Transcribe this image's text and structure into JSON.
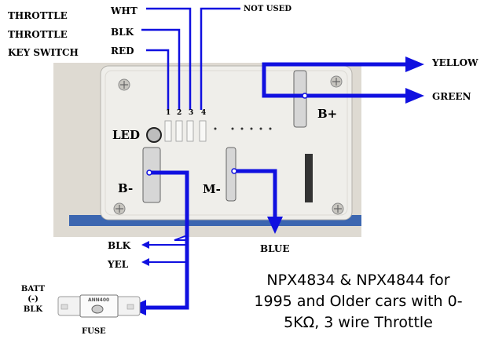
{
  "wires": {
    "throttle_1": "THROTTLE",
    "throttle_2": "THROTTLE",
    "key_switch": "KEY SWITCH",
    "wht": "WHT",
    "blk": "BLK",
    "red": "RED",
    "not_used": "NOT USED"
  },
  "pins": [
    "1",
    "2",
    "3",
    "4"
  ],
  "terminals": {
    "led": "LED",
    "b_plus": "B+",
    "b_minus": "B-",
    "m_minus": "M-"
  },
  "outputs": {
    "yellow": "YELLOW",
    "green": "GREEN",
    "blue": "BLUE",
    "blk": "BLK",
    "yel": "YEL"
  },
  "battery": {
    "line1": "BATT",
    "line2": "(-)",
    "line3": "BLK"
  },
  "fuse": {
    "label": "FUSE",
    "stamp": "ANN400"
  },
  "caption": {
    "line1": "NPX4834 & NPX4844 for",
    "line2": "1995 and Older cars with 0-",
    "line3": "5KΩ,  3 wire Throttle"
  },
  "colors": {
    "wire_blue": "#1010e0",
    "heatsink_blue": "#3c66b0",
    "housing": "#ececea"
  }
}
